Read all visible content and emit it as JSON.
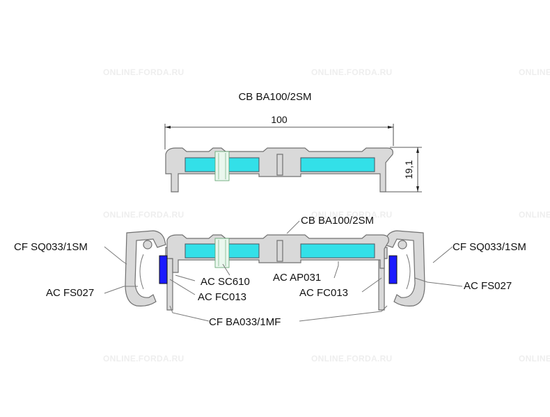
{
  "watermark": "ONLINE.FORDA.RU",
  "title": "CB BA100/2SM",
  "top_view": {
    "width_dim": "100",
    "height_dim": "19,1"
  },
  "labels": {
    "main_profile": "CB BA100/2SM",
    "side_left": "CF SQ033/1SM",
    "side_right": "CF SQ033/1SM",
    "cover_left": "AC FS027",
    "cover_right": "AC FS027",
    "screw": "AC SC610",
    "clip_left": "AC FC013",
    "clip_right": "AC FC013",
    "insert": "AC AP031",
    "base": "CF BA033/1MF"
  },
  "colors": {
    "profile_fill": "#d9d9d9",
    "profile_stroke": "#707070",
    "insert_fill": "#33e0e8",
    "seal_fill": "#1a1aff"
  }
}
